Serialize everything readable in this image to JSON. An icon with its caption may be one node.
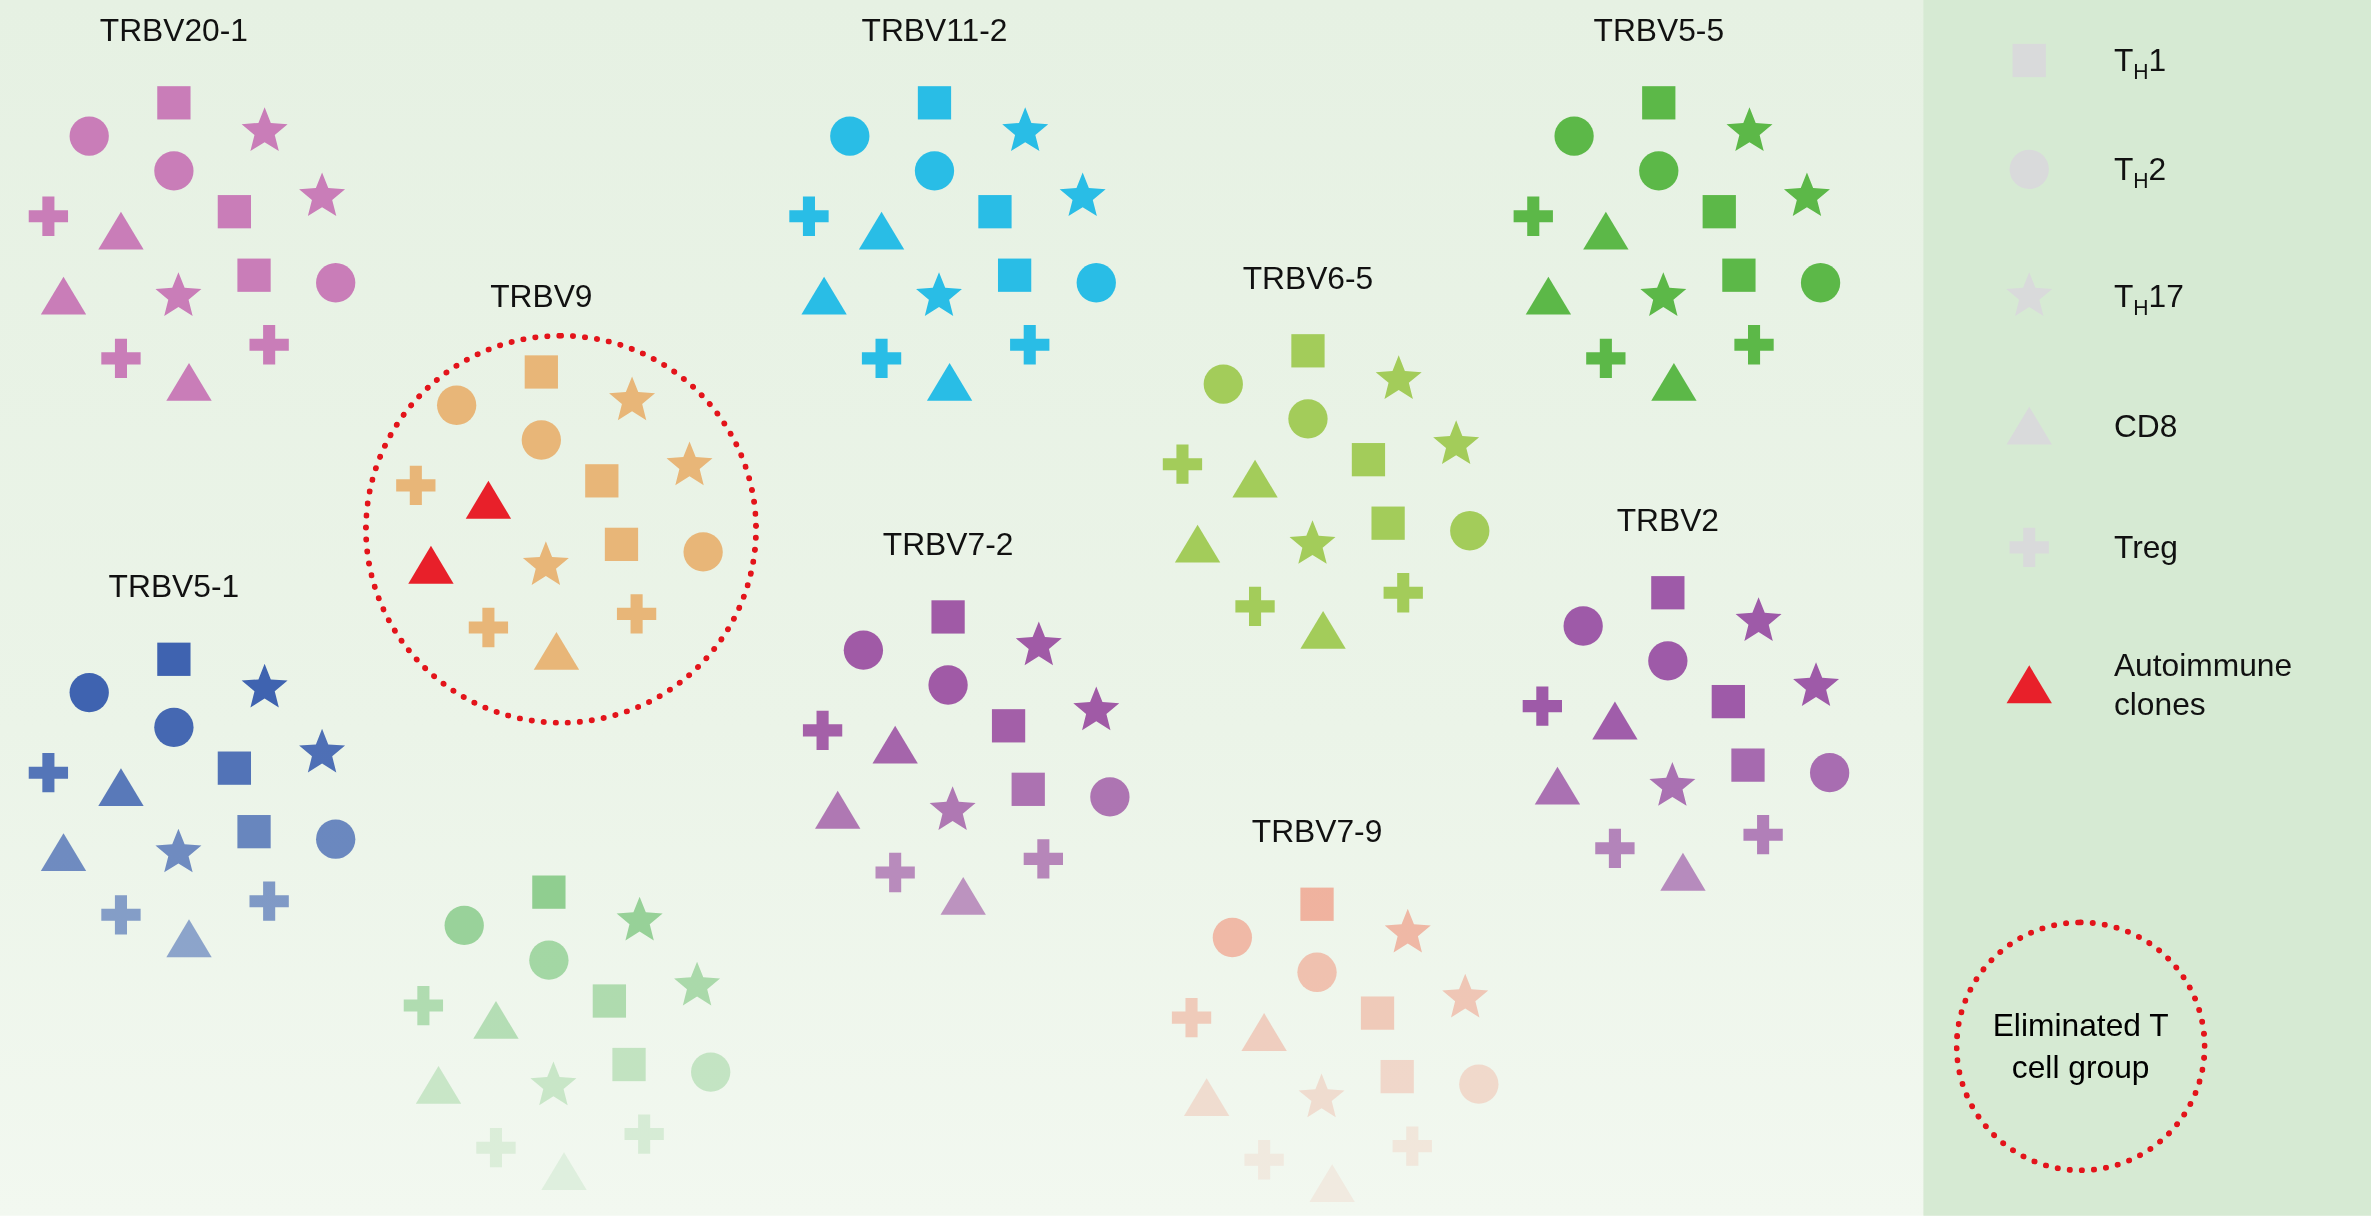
{
  "diagram": {
    "nodes": [
      {
        "text": [
          "TRBV9"
        ]
      },
      {
        "text": [
          "Eliminated T cell group"
        ]
      }
    ],
    "labels": [
      "TRBV20-1",
      "TRBV11-2",
      "TRBV5-5",
      "TRBV6-5",
      "TRBV5-1",
      "TRBV7-2",
      "TRBV2",
      "TRBV7-9"
    ],
    "legend": [
      {
        "text": "T$_{H}$1"
      },
      {
        "text": "T$_{H}$2"
      },
      {
        "text": "T$_{H}$17"
      },
      {
        "text": "CD8"
      },
      {
        "text": "Treg"
      },
      {
        "text": "Autoimmune clones"
      }
    ]
  }
}
